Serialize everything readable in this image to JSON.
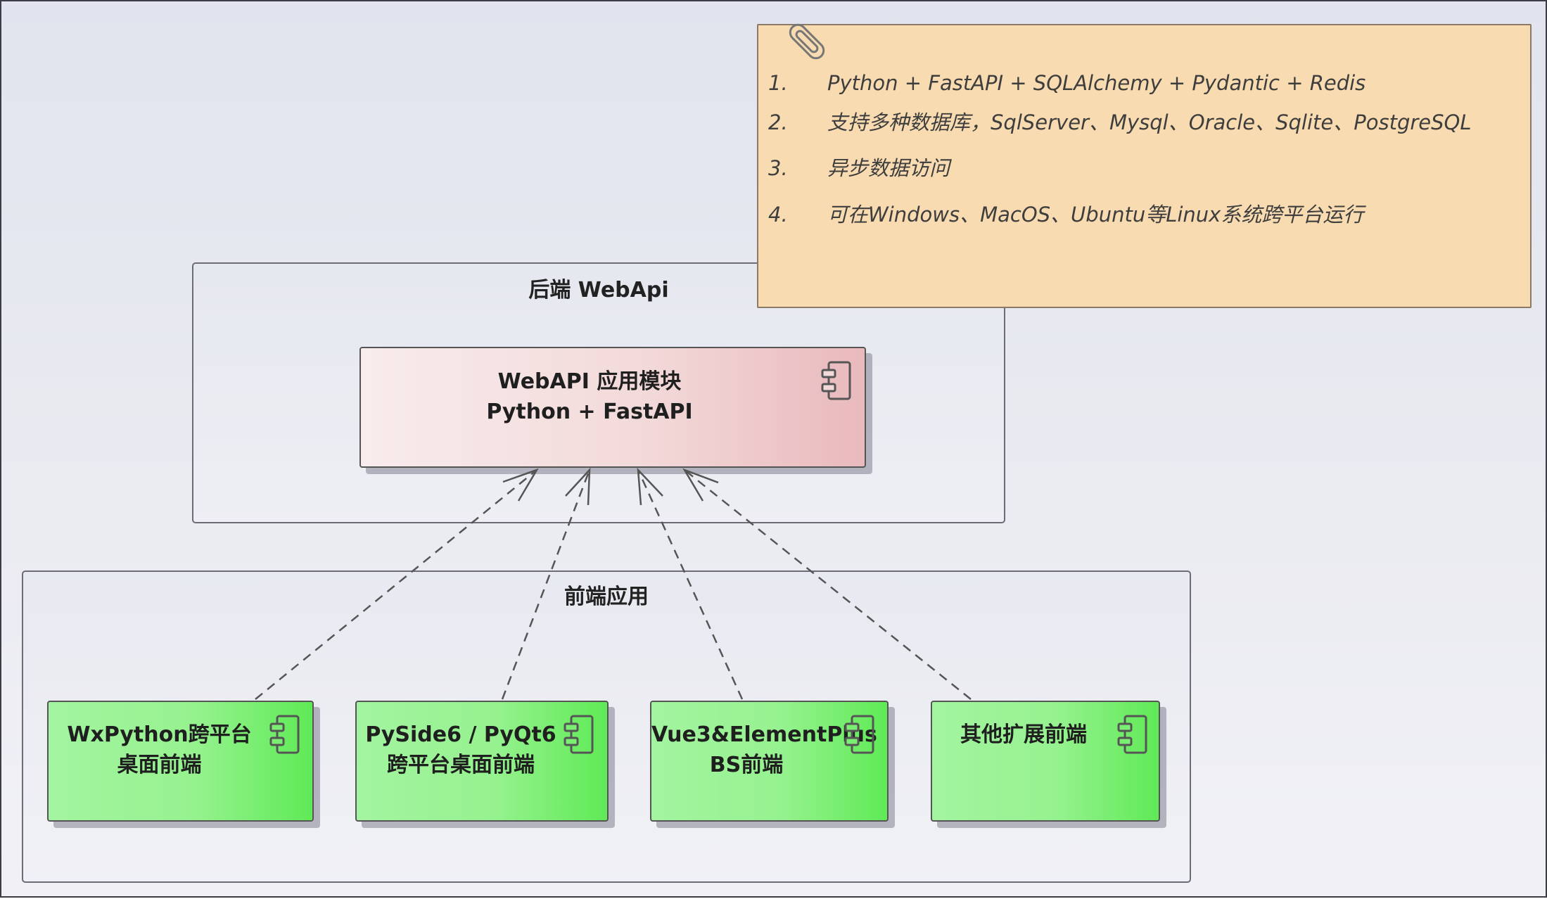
{
  "packages": {
    "backend": {
      "title": "后端 WebApi"
    },
    "frontend": {
      "title": "前端应用"
    }
  },
  "backend_component": {
    "line1": "WebAPI 应用模块",
    "line2": "Python + FastAPI",
    "icon": "component-icon"
  },
  "frontend_components": [
    {
      "line1": "WxPython跨平台",
      "line2": "桌面前端",
      "icon": "component-icon"
    },
    {
      "line1": "PySide6 / PyQt6",
      "line2": "跨平台桌面前端",
      "icon": "component-icon"
    },
    {
      "line1": "Vue3&ElementPlus",
      "line2": "BS前端",
      "icon": "component-icon"
    },
    {
      "line1": "其他扩展前端",
      "line2": "",
      "icon": "component-icon"
    }
  ],
  "note": {
    "icon": "paperclip-icon",
    "items": [
      {
        "num": "1.",
        "text": "Python + FastAPI + SQLAlchemy + Pydantic + Redis"
      },
      {
        "num": "2.",
        "text": "支持多种数据库，SqlServer、Mysql、Oracle、Sqlite、PostgreSQL"
      },
      {
        "num": "3.",
        "text": "异步数据访问"
      },
      {
        "num": "4.",
        "text": "可在Windows、MacOS、Ubuntu等Linux系统跨平台运行"
      }
    ]
  },
  "colors": {
    "frontend_fill": "#96f28f",
    "backend_fill": "#f3dada",
    "note_fill": "#f8dbb0",
    "connector": "#555555"
  }
}
